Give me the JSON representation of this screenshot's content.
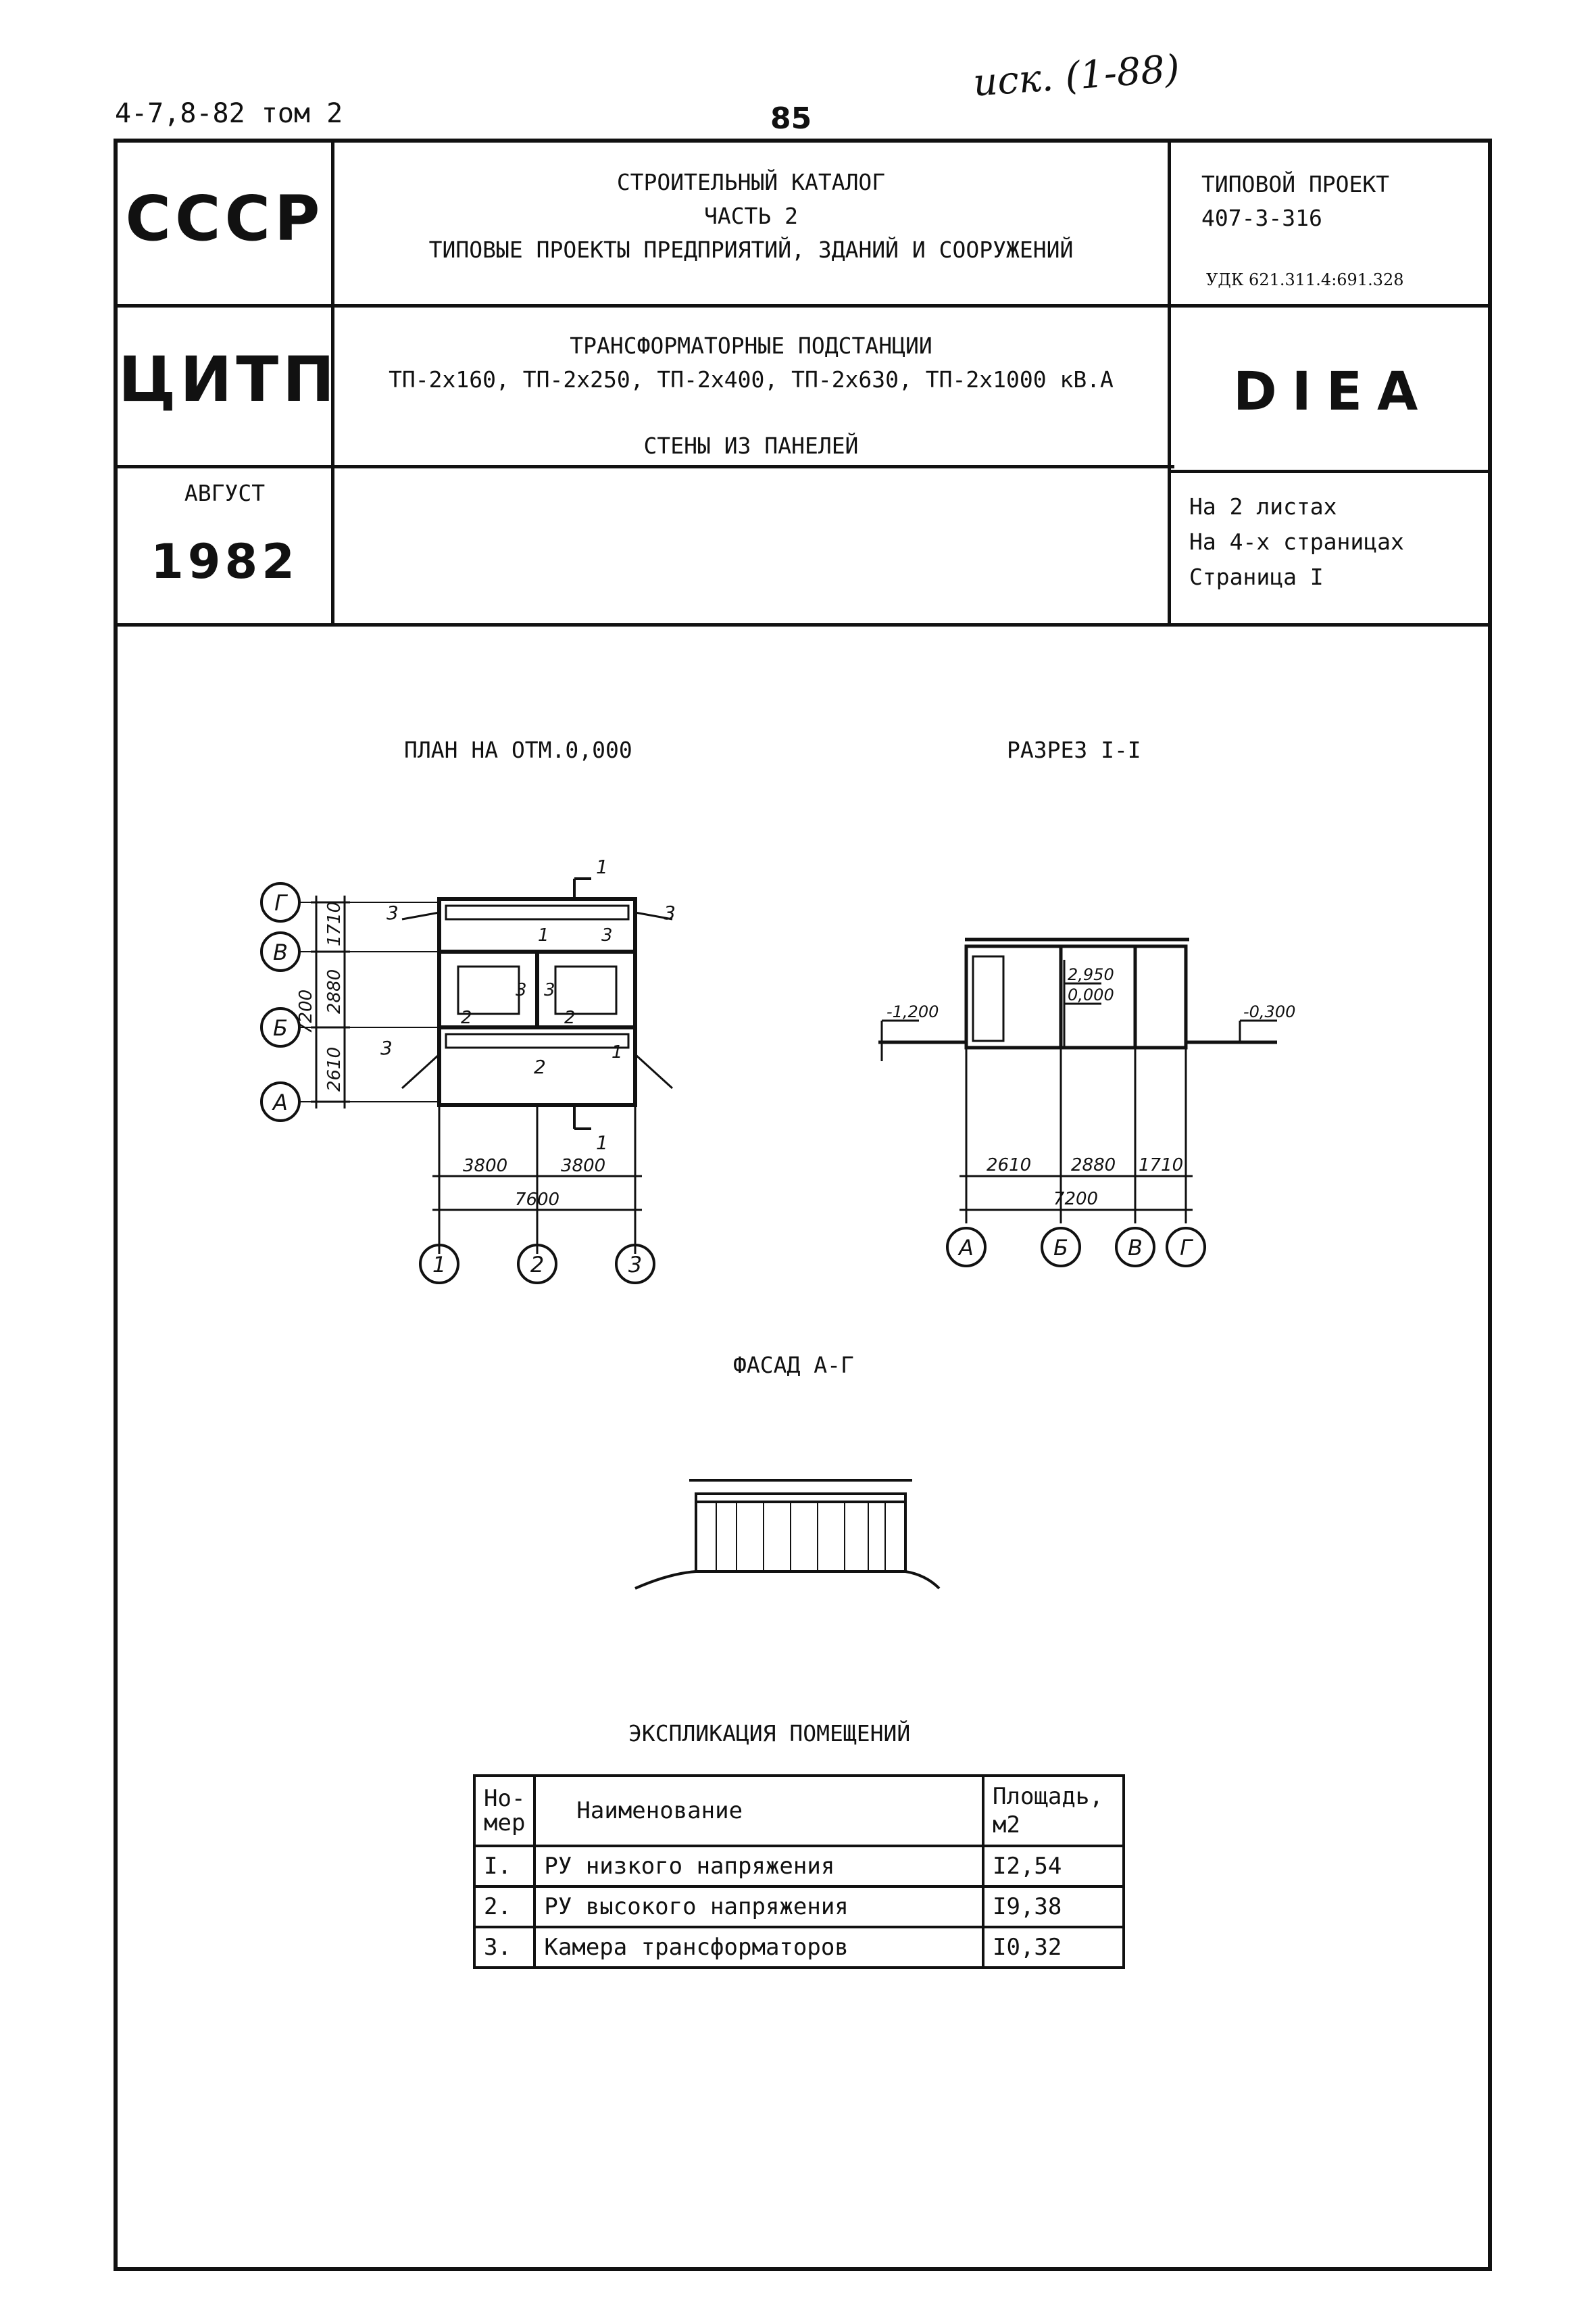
{
  "top": {
    "code": "4-7,8-82 том 2",
    "page_number": "85",
    "handwritten_note": "иск. (1-88)"
  },
  "header": {
    "org1": "СССР",
    "org2": "ЦИТП",
    "month": "АВГУСТ",
    "year": "1982",
    "catalog_lines": [
      "СТРОИТЕЛЬНЫЙ КАТАЛОГ",
      "ЧАСТЬ 2",
      "ТИПОВЫЕ ПРОЕКТЫ ПРЕДПРИЯТИЙ, ЗДАНИЙ И СООРУЖЕНИЙ"
    ],
    "project_label": "ТИПОВОЙ ПРОЕКТ",
    "project_number": "407-3-316",
    "udk": "УДК 621.311.4:691.328",
    "subject_title": "ТРАНСФОРМАТОРНЫЕ ПОДСТАНЦИИ",
    "subject_models": "ТП-2х160, ТП-2х250, ТП-2х400, ТП-2х630, ТП-2х1000 кВ.А",
    "subject_sub": "СТЕНЫ ИЗ ПАНЕЛЕЙ",
    "code": "DIEA",
    "sheets": "На 2 листах",
    "pages": "На 4-х страницах",
    "page": "Страница I"
  },
  "drawings": {
    "plan_title": "ПЛАН НА ОТМ.0,000",
    "section_title": "РАЗРЕЗ I-I",
    "facade_title": "ФАСАД А-Г",
    "plan": {
      "row_axes": [
        "Г",
        "В",
        "Б",
        "А"
      ],
      "col_axes": [
        "1",
        "2",
        "3"
      ],
      "vertical_dims": [
        "1710",
        "2880",
        "2610"
      ],
      "overall_vertical": "7200",
      "horizontal_dims": [
        "3800",
        "3800"
      ],
      "overall_horizontal": "7600",
      "section_mark": "1",
      "room_labels": [
        "3",
        "1",
        "3",
        "3",
        "3",
        "2",
        "2",
        "1",
        "2",
        "3",
        "3"
      ]
    },
    "section": {
      "axes": [
        "А",
        "Б",
        "В",
        "Г"
      ],
      "dims": [
        "2610",
        "2880",
        "1710"
      ],
      "overall": "7200",
      "level_top": "2,950",
      "level_floor": "0,000",
      "level_left": "-1,200",
      "level_right": "-0,300"
    }
  },
  "explication": {
    "title": "ЭКСПЛИКАЦИЯ ПОМЕЩЕНИЙ",
    "headers": {
      "number": "Но-\nмер",
      "name": "Наименование",
      "area": "Площадь,\nм2"
    },
    "rows": [
      {
        "number": "I.",
        "name": "РУ низкого напряжения",
        "area": "I2,54"
      },
      {
        "number": "2.",
        "name": "РУ высокого напряжения",
        "area": "I9,38"
      },
      {
        "number": "3.",
        "name": "Камера трансформаторов",
        "area": "I0,32"
      }
    ]
  }
}
